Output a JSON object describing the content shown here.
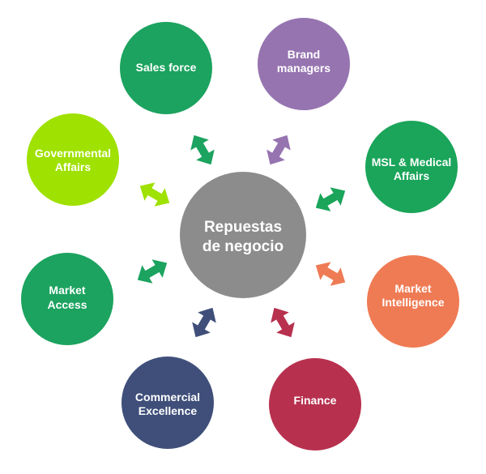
{
  "center": {
    "lines": [
      "Repuestas",
      "de negocio"
    ],
    "color": "#8c8c8c"
  },
  "nodes": [
    {
      "id": "sales-force",
      "lines": [
        "Sales force"
      ],
      "color": "#1ca35f"
    },
    {
      "id": "brand-managers",
      "lines": [
        "Brand",
        "managers"
      ],
      "color": "#9674b0"
    },
    {
      "id": "msl-medical-affairs",
      "lines": [
        "MSL & Medical",
        "Affairs"
      ],
      "color": "#1aa55a"
    },
    {
      "id": "market-intelligence",
      "lines": [
        "Market",
        "Intelligence"
      ],
      "color": "#ef7b54"
    },
    {
      "id": "finance",
      "lines": [
        "Finance"
      ],
      "color": "#b7314f"
    },
    {
      "id": "commercial-excellence",
      "lines": [
        "Commercial",
        "Excellence"
      ],
      "color": "#3f4f7a"
    },
    {
      "id": "market-access",
      "lines": [
        "Market",
        "Access"
      ],
      "color": "#1ca35f"
    },
    {
      "id": "governmental-affairs",
      "lines": [
        "Governmental",
        "Affairs"
      ],
      "color": "#9fe100"
    }
  ]
}
